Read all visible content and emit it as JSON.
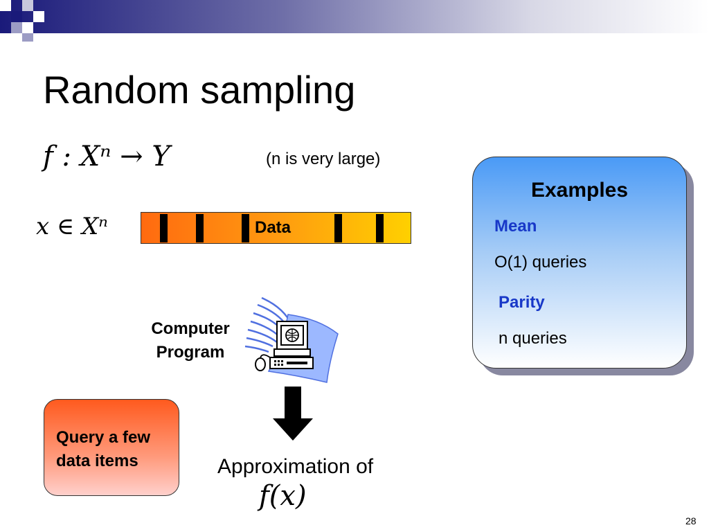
{
  "slide": {
    "title": "Random sampling",
    "formula_function": "f : Xⁿ → Y",
    "note": "(n is very large)",
    "formula_element": "x ∈ Xⁿ",
    "data_label": "Data",
    "computer_label": [
      "Computer",
      "Program"
    ],
    "query_text": [
      "Query a few",
      "data items"
    ],
    "approximation_text": "Approximation of",
    "approximation_formula": "f(x)",
    "page_number": "28"
  },
  "examples": {
    "title": "Examples",
    "items": [
      {
        "label": "Mean",
        "value": "O(1) queries"
      },
      {
        "label": "Parity",
        "value": "n queries"
      }
    ]
  },
  "colors": {
    "header_navy": "#1a1a7a",
    "examples_label_blue": "#1838c8",
    "data_bar_orange": "#ff9a10",
    "query_box_red": "#ff5a1e",
    "examples_box_blue": "#4a9af6"
  }
}
